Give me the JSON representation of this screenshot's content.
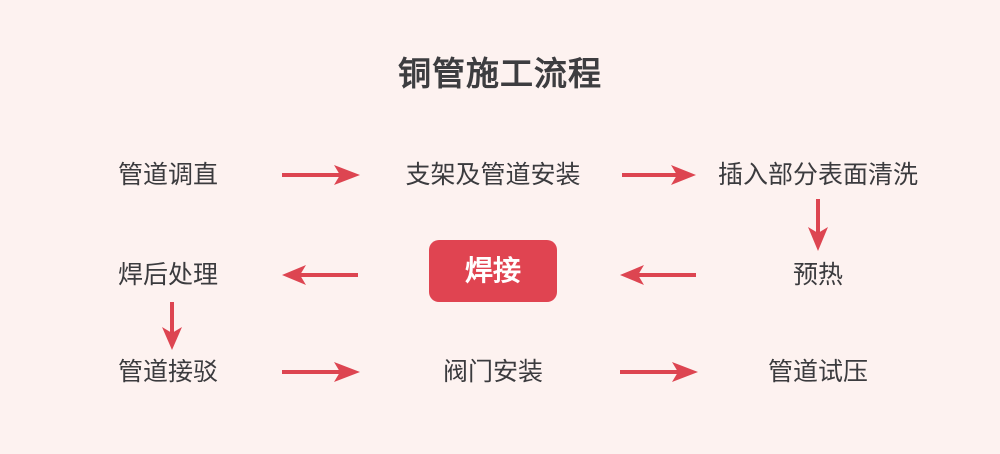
{
  "page": {
    "background_color": "#fdf2f0",
    "accent_color": "#e04451",
    "text_color": "#3b3b3e"
  },
  "header": {
    "title": "铜管施工流程"
  },
  "flow": {
    "nodes": [
      {
        "id": "n1",
        "label": "管道调直",
        "highlight": false
      },
      {
        "id": "n2",
        "label": "支架及管道安装",
        "highlight": false
      },
      {
        "id": "n3",
        "label": "插入部分表面清洗",
        "highlight": false
      },
      {
        "id": "n4",
        "label": "预热",
        "highlight": false
      },
      {
        "id": "n5",
        "label": "焊接",
        "highlight": true
      },
      {
        "id": "n6",
        "label": "焊后处理",
        "highlight": false
      },
      {
        "id": "n7",
        "label": "管道接驳",
        "highlight": false
      },
      {
        "id": "n8",
        "label": "阀门安装",
        "highlight": false
      },
      {
        "id": "n9",
        "label": "管道试压",
        "highlight": false
      }
    ],
    "connectors": [
      {
        "id": "c1",
        "from": "n1",
        "to": "n2",
        "direction": "right"
      },
      {
        "id": "c2",
        "from": "n2",
        "to": "n3",
        "direction": "right"
      },
      {
        "id": "c3",
        "from": "n3",
        "to": "n4",
        "direction": "down"
      },
      {
        "id": "c4",
        "from": "n4",
        "to": "n5",
        "direction": "left"
      },
      {
        "id": "c5",
        "from": "n5",
        "to": "n6",
        "direction": "left"
      },
      {
        "id": "c6",
        "from": "n6",
        "to": "n7",
        "direction": "down"
      },
      {
        "id": "c7",
        "from": "n7",
        "to": "n8",
        "direction": "right"
      },
      {
        "id": "c8",
        "from": "n8",
        "to": "n9",
        "direction": "right"
      }
    ]
  }
}
